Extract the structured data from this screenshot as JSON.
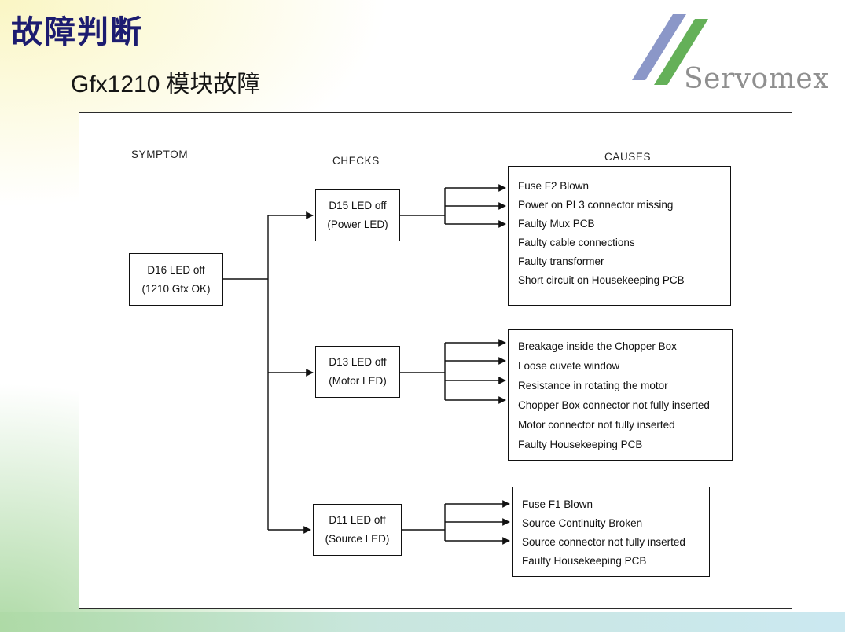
{
  "slide": {
    "title": "故障判断",
    "subtitle_model": "Gfx1210",
    "subtitle_label": "模块故障",
    "logo_text": "Servomex"
  },
  "diagram": {
    "headers": {
      "symptom": "SYMPTOM",
      "checks": "CHECKS",
      "causes": "CAUSES"
    },
    "symptom_box": {
      "line1": "D16 LED off",
      "line2": "(1210 Gfx OK)"
    },
    "check_boxes": [
      {
        "line1": "D15 LED off",
        "line2": "(Power LED)"
      },
      {
        "line1": "D13 LED off",
        "line2": "(Motor LED)"
      },
      {
        "line1": "D11 LED off",
        "line2": "(Source LED)"
      }
    ],
    "causes": [
      {
        "items": [
          "Fuse F2 Blown",
          "Power on PL3 connector missing",
          "Faulty Mux PCB",
          "Faulty cable connections",
          "Faulty transformer",
          "Short circuit on Housekeeping PCB"
        ]
      },
      {
        "items": [
          "Breakage inside the Chopper Box",
          "Loose cuvete window",
          "Resistance in rotating the motor",
          "Chopper Box connector not fully inserted",
          "Motor connector not fully inserted",
          "Faulty Housekeeping PCB"
        ]
      },
      {
        "items": [
          "Fuse F1 Blown",
          "Source Continuity Broken",
          "Source connector not fully inserted",
          "Faulty Housekeeping PCB"
        ]
      }
    ]
  },
  "colors": {
    "title_navy": "#1c1c70",
    "logo_blue": "#8b97c8",
    "logo_green": "#64b058",
    "logo_gray": "#8f8f8f",
    "bg_yellow": "#faf6c4",
    "bg_green": "#aedaa6",
    "bg_blue": "#c2e4ee",
    "diagram_line": "#111111"
  }
}
